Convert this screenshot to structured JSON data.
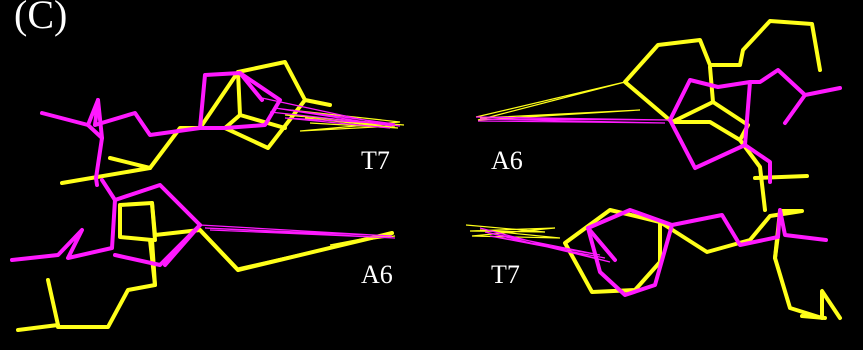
{
  "figure": {
    "panel_label": "(C)",
    "residue_labels": {
      "top_left": "T7",
      "top_right": "A6",
      "bottom_left": "A6",
      "bottom_right": "T7"
    },
    "colors": {
      "background": "#000000",
      "structure_a": "#ffff1a",
      "structure_b": "#ff19ff",
      "text": "#ffffff"
    }
  }
}
